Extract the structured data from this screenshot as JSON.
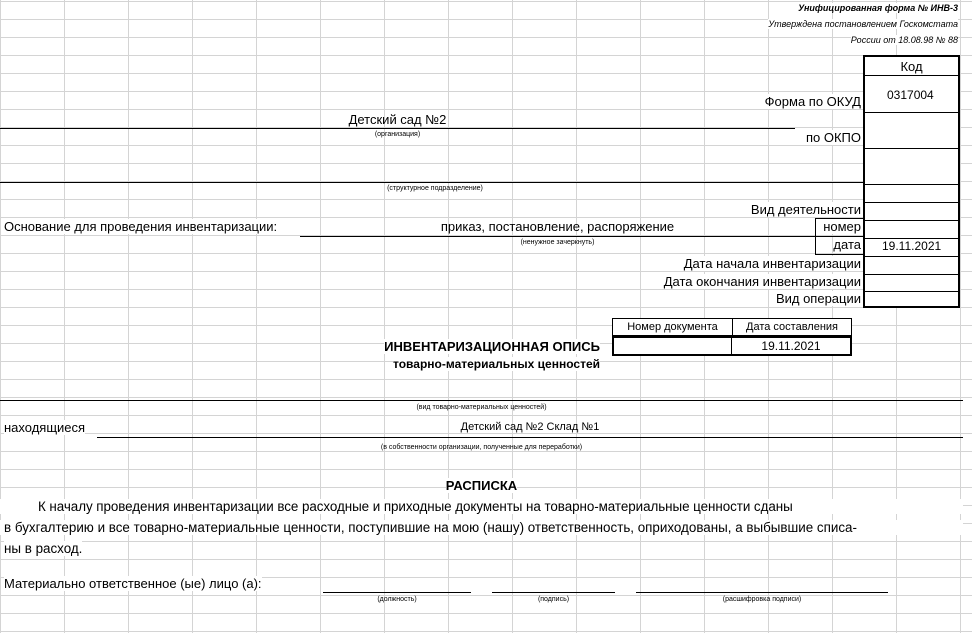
{
  "header": {
    "form_title": "Унифицированная форма № ИНВ-3",
    "approved_line1": "Утверждена постановлением Госкомстата",
    "approved_line2": "России от 18.08.98 № 88"
  },
  "codes": {
    "header": "Код",
    "okud_label": "Форма по ОКУД",
    "okud_value": "0317004",
    "okpo_label": "по ОКПО",
    "activity_label": "Вид деятельности",
    "number_label": "номер",
    "date_label": "дата",
    "date_value": "19.11.2021",
    "inv_start_label": "Дата начала инвентаризации",
    "inv_end_label": "Дата окончания инвентаризации",
    "operation_label": "Вид операции"
  },
  "organization": {
    "name": "Детский сад №2",
    "name_caption": "(организация)",
    "subdivision_caption": "(структурное подразделение)"
  },
  "basis": {
    "label": "Основание для проведения инвентаризации:",
    "value": "приказ, постановление, распоряжение",
    "caption": "(ненужное зачеркнуть)"
  },
  "document": {
    "col_number": "Номер документа",
    "col_date": "Дата составления",
    "number_value": "",
    "date_value": "19.11.2021",
    "title": "ИНВЕНТАРИЗАЦИОННАЯ ОПИСЬ",
    "subtitle": "товарно-материальных ценностей"
  },
  "goods": {
    "type_caption": "(вид товарно-материальных ценностей)",
    "located_label": "находящиеся",
    "located_value": "Детский сад №2 Склад №1",
    "located_caption": "(в собственности организации, полученные для переработки)"
  },
  "receipt": {
    "title": "РАСПИСКА",
    "line1": "К началу проведения  инвентаризации  все расходные  и  приходные  документы на товарно-материальные ценности сданы",
    "line2": "в бухгалтерию и все товарно-материальные ценности, поступившие на мою (нашу) ответственность, оприходованы, а выбывшие списа-",
    "line3": "ны в расход.",
    "responsible_label": "Материально ответственное (ые) лицо (а):",
    "caption_position": "(должность)",
    "caption_signature": "(подпись)",
    "caption_decoding": "(расшифровка подписи)"
  }
}
